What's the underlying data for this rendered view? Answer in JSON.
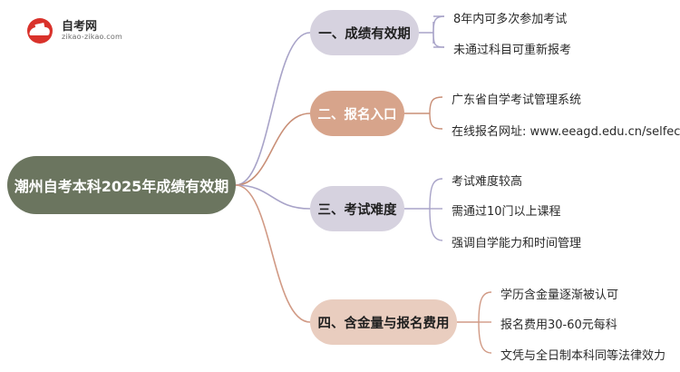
{
  "logo": {
    "name": "自考网",
    "url": "zikao-zikao.com"
  },
  "colors": {
    "root": "#6b755f",
    "branch_lilac": "#d6d2df",
    "branch_tan": "#d7a48b",
    "branch_peach": "#e9cdbf",
    "line_lilac": "#a8a3c8",
    "line_tan": "#c98f77",
    "line_root": "#d19a85"
  },
  "root": {
    "label": "潮州自考本科2025年成绩有效期"
  },
  "branches": [
    {
      "label": "一、成绩有效期",
      "leaves": [
        "8年内可多次参加考试",
        "未通过科目可重新报考"
      ]
    },
    {
      "label": "二、报名入口",
      "leaves": [
        "广东省自学考试管理系统",
        "在线报名网址: www.eeagd.edu.cn/selfec/"
      ]
    },
    {
      "label": "三、考试难度",
      "leaves": [
        "考试难度较高",
        "需通过10门以上课程",
        "强调自学能力和时间管理"
      ]
    },
    {
      "label": "四、含金量与报名费用",
      "leaves": [
        "学历含金量逐渐被认可",
        "报名费用30-60元每科",
        "文凭与全日制本科同等法律效力"
      ]
    }
  ]
}
